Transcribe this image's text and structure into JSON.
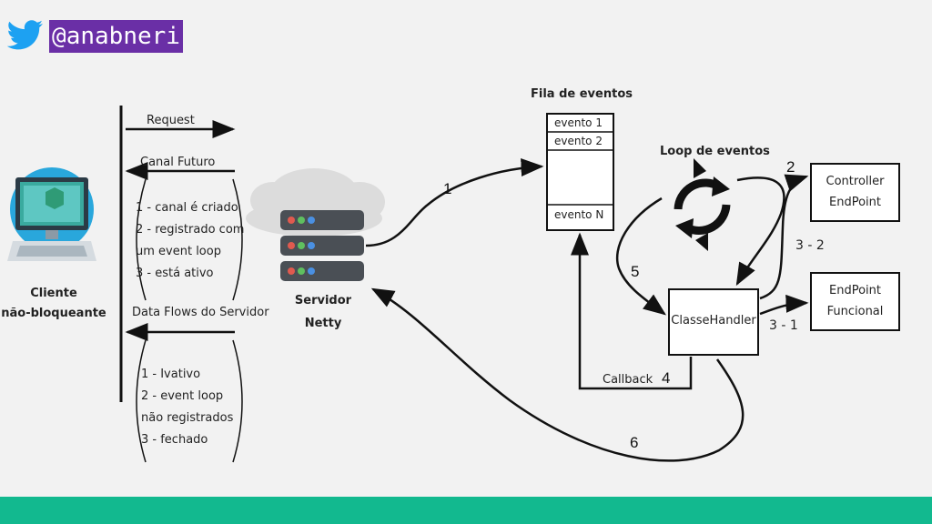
{
  "header": {
    "handle": "@anabneri",
    "icon": "twitter-bird-icon"
  },
  "client": {
    "label_line1": "Cliente",
    "label_line2": "não-bloqueante",
    "icon": "computer-icon"
  },
  "arrows_left": {
    "request": "Request",
    "canal_futuro": "Canal Futuro",
    "data_flows": "Data Flows do Servidor"
  },
  "canal_states": [
    "1 - canal é criado",
    "2 - registrado com",
    "um event loop",
    "3 - está ativo"
  ],
  "flow_states": [
    "1 - Ivativo",
    "2 - event loop",
    "não registrados",
    "3 - fechado"
  ],
  "server": {
    "label_line1": "Servidor",
    "label_line2": "Netty",
    "icon": "server-cloud-icon"
  },
  "queue": {
    "title": "Fila de eventos",
    "items": [
      "evento 1",
      "evento 2",
      "evento N"
    ]
  },
  "loop": {
    "title": "Loop de eventos",
    "icon": "refresh-cycle-icon"
  },
  "handler": {
    "label": "ClasseHandler"
  },
  "controller": {
    "line1": "Controller",
    "line2": "EndPoint"
  },
  "functional": {
    "line1": "EndPoint",
    "line2": "Funcional"
  },
  "callback": {
    "label": "Callback"
  },
  "steps": {
    "s1": "1",
    "s2": "2",
    "s3_1": "3 - 1",
    "s3_2": "3 - 2",
    "s4": "4",
    "s5": "5",
    "s6": "6"
  },
  "colors": {
    "accent": "#6a2fa6",
    "footer": "#12b98f",
    "twitter": "#1da1f2"
  }
}
